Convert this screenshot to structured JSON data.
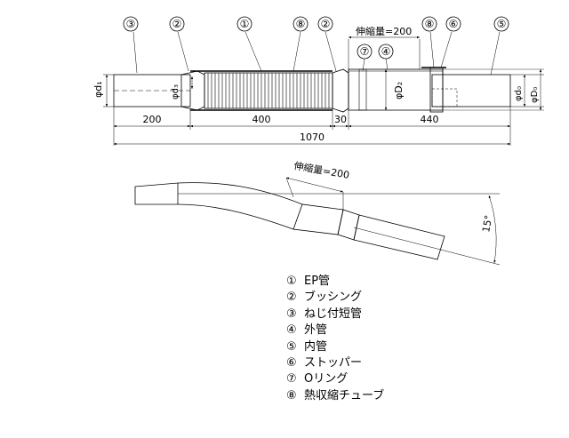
{
  "callouts": [
    "③",
    "②",
    "①",
    "⑧",
    "②",
    "⑧",
    "⑥",
    "⑤",
    "⑦",
    "④"
  ],
  "labels": {
    "extension_top": "伸縮量=200",
    "extension_bottom": "伸縮量=200",
    "phi_d1": "φd₁",
    "phi_d3": "φd₃",
    "phi_D2": "φD₂",
    "phi_d0": "φd₀",
    "phi_D0": "φD₀",
    "angle": "15°"
  },
  "dimensions": {
    "seg1": "200",
    "seg2": "400",
    "seg3": "30",
    "seg4": "440",
    "total": "1070"
  },
  "legend": [
    {
      "num": "①",
      "text": "EP管"
    },
    {
      "num": "②",
      "text": "ブッシング"
    },
    {
      "num": "③",
      "text": "ねじ付短管"
    },
    {
      "num": "④",
      "text": "外管"
    },
    {
      "num": "⑤",
      "text": "内管"
    },
    {
      "num": "⑥",
      "text": "ストッパー"
    },
    {
      "num": "⑦",
      "text": "Oリング"
    },
    {
      "num": "⑧",
      "text": "熱収縮チューブ"
    }
  ]
}
